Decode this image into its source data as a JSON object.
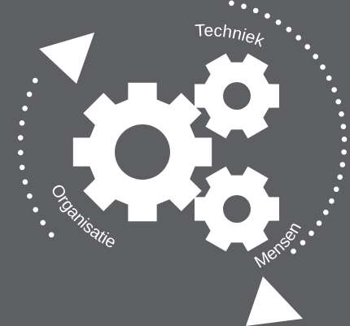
{
  "diagram": {
    "labels": {
      "techniek": "Techniek",
      "mensen": "Mensen",
      "organisatie": "Organisatie"
    },
    "colors": {
      "background": "#5e5f63",
      "foreground": "#ffffff"
    }
  }
}
